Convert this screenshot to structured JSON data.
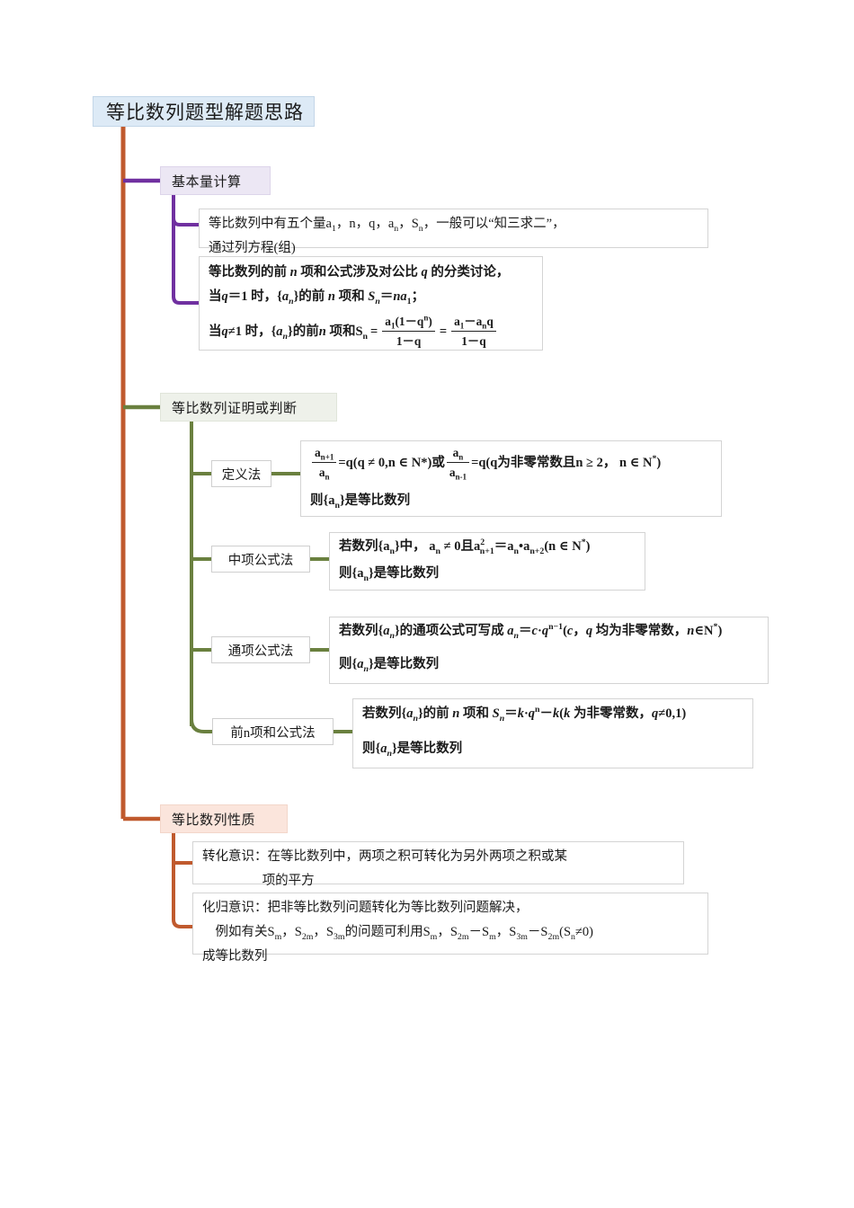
{
  "diagram": {
    "title": "等比数列题型解题思路",
    "type": "mindmap",
    "colors": {
      "trunk": "#c05a2e",
      "branch_purple": "#7030a0",
      "branch_green": "#6a803f",
      "root_fill": "#ddeaf6",
      "purple_fill": "#ece7f4",
      "green_fill": "#eef1ea",
      "orange_fill": "#fbe5dc",
      "leaf_fill": "#ffffff",
      "leaf_border": "#d4d4d4"
    }
  },
  "root": {
    "label": "等比数列题型解题思路"
  },
  "branches": [
    {
      "id": "basic-quantity",
      "label": "基本量计算",
      "color": "#7030a0",
      "leaves": [
        {
          "id": "five-quantities",
          "line1_a": "等比数列中有五个量a",
          "line1_sub1": "1",
          "line1_b": "，n，q，a",
          "line1_sub2": "n",
          "line1_c": "，S",
          "line1_sub3": "n",
          "line1_d": "，一般可以“知三求二”，",
          "line2": "通过列方程(组)"
        },
        {
          "id": "sum-formula",
          "line1": "等比数列的前 n 项和公式涉及对公比 q 的分类讨论，",
          "line2": "当 q＝1 时，{a_n}的前 n 项和 S_n＝na_1；",
          "line3_prefix": "当 q≠1 时，{a_n}的前 n 项和",
          "line3_lhs": "S_n",
          "line3_eq1": "=",
          "line3_frac1_num": "a_1(1−q^n)",
          "line3_frac1_den": "1−q",
          "line3_eq2": "=",
          "line3_frac2_num": "a_1−a_n q",
          "line3_frac2_den": "1−q"
        }
      ]
    },
    {
      "id": "proof-or-judgment",
      "label": "等比数列证明或判断",
      "color": "#6a803f",
      "children": [
        {
          "id": "definition-method",
          "label": "定义法",
          "leaf": {
            "frac1_num": "a_{n+1}",
            "frac1_den": "a_n",
            "mid1": "=q(q ≠ 0,n ∈ N*)或",
            "frac2_num": "a_n",
            "frac2_den": "a_{n-1}",
            "mid2": "=q(q为非零常数且n ≥ 2， n ∈ N*)",
            "line2": "则{a_n}是等比数列"
          }
        },
        {
          "id": "middle-term-method",
          "label": "中项公式法",
          "leaf": {
            "line1": "若数列{a_n}中， a_n ≠ 0且a²_{n+1}＝a_n•a_{n+2}(n ∈ N*)",
            "line2": "则{a_n}是等比数列"
          }
        },
        {
          "id": "general-term-method",
          "label": "通项公式法",
          "leaf": {
            "line1": "若数列{a_n}的通项公式可写成 a_n＝c·q^{n−1}(c，q 均为非零常数，n∈N*)",
            "line2": "则{a_n}是等比数列"
          }
        },
        {
          "id": "partial-sum-method",
          "label": "前n项和公式法",
          "leaf": {
            "line1": "若数列{a_n}的前 n 项和 S_n＝k·q^n−k(k 为非零常数，q≠0,1)",
            "line2": "则{a_n}是等比数列"
          }
        }
      ]
    },
    {
      "id": "properties",
      "label": "等比数列性质",
      "color": "#c05a2e",
      "leaves": [
        {
          "id": "transformation-awareness",
          "line1": "转化意识：在等比数列中，两项之积可转化为另外两项之积或某",
          "line2": "项的平方"
        },
        {
          "id": "reduction-awareness",
          "line1": "化归意识：把非等比数列问题转化为等比数列问题解决，",
          "line2": "例如有关S_m，S_2m，S_3m的问题可利用S_m，S_2m−S_m，S_3m−S_2m(S_n≠0)",
          "line3": "成等比数列"
        }
      ]
    }
  ]
}
